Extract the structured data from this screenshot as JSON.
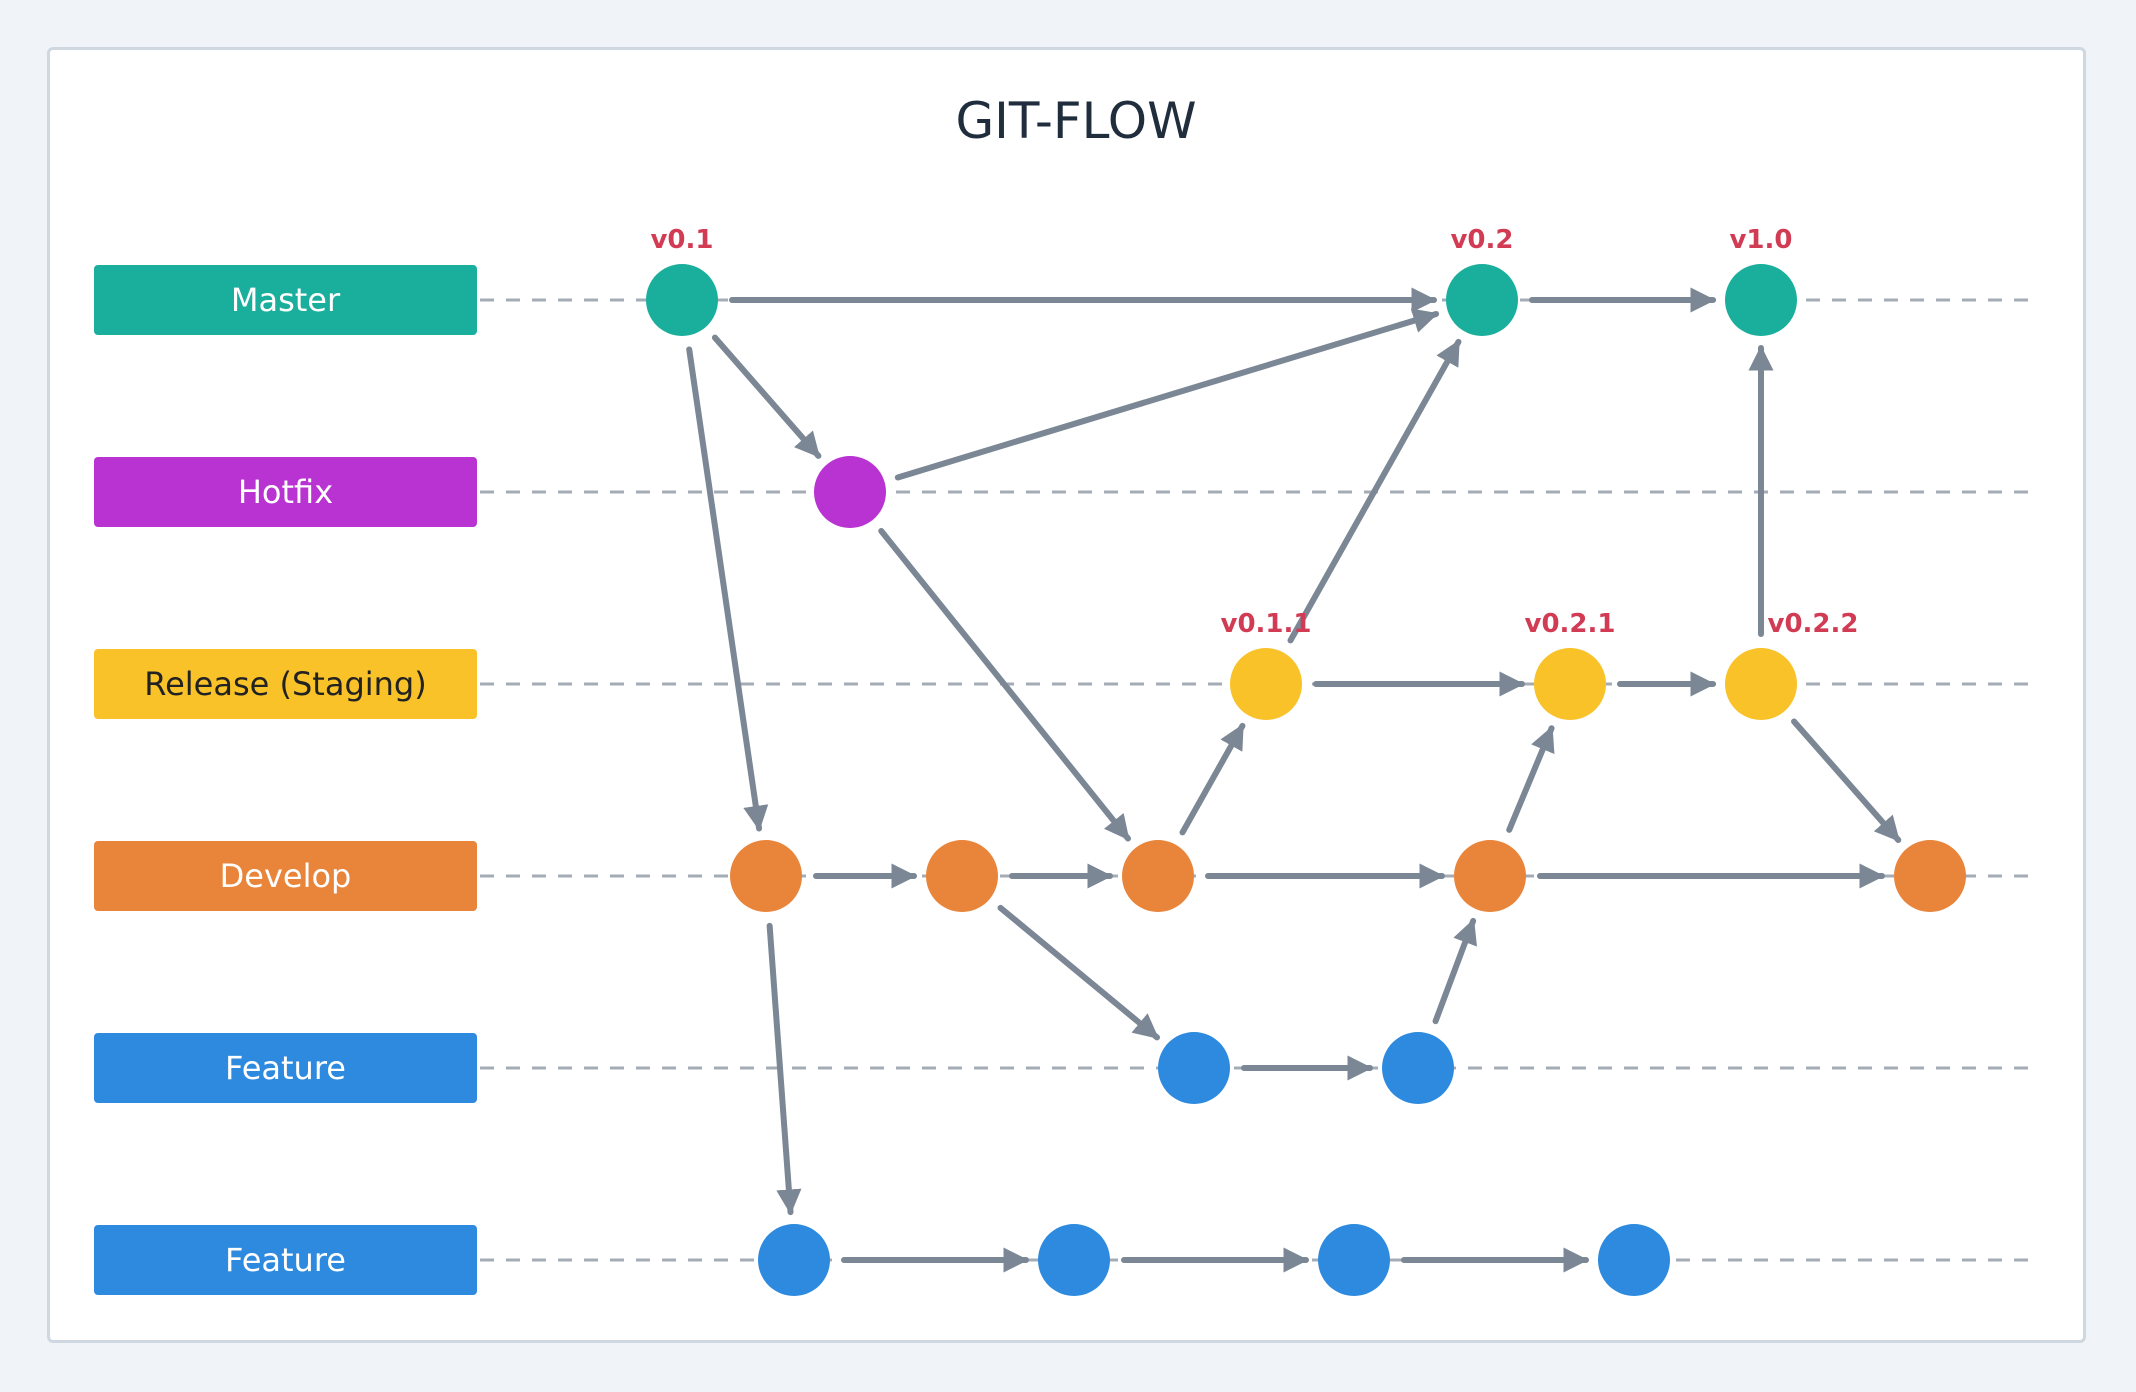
{
  "title": "GIT-FLOW",
  "colors": {
    "master": "#1aaf9d",
    "hotfix": "#b933d3",
    "release": "#f8c228",
    "develop": "#e9853a",
    "feature": "#2e8ade",
    "edge": "#7b8794",
    "lane_line": "#a4adb6",
    "tag": "#d23b54",
    "label_text_light": "#ffffff",
    "label_text_dark": "#222222"
  },
  "lanes": [
    {
      "id": "master",
      "label": "Master",
      "color": "#1aaf9d",
      "text_color": "#ffffff"
    },
    {
      "id": "hotfix",
      "label": "Hotfix",
      "color": "#b933d3",
      "text_color": "#ffffff"
    },
    {
      "id": "release",
      "label": "Release (Staging)",
      "color": "#f8c228",
      "text_color": "#222222"
    },
    {
      "id": "develop",
      "label": "Develop",
      "color": "#e9853a",
      "text_color": "#ffffff"
    },
    {
      "id": "feature1",
      "label": "Feature",
      "color": "#2e8ade",
      "text_color": "#ffffff"
    },
    {
      "id": "feature2",
      "label": "Feature",
      "color": "#2e8ade",
      "text_color": "#ffffff"
    }
  ],
  "nodes": [
    {
      "id": "m1",
      "lane": "master",
      "tag": "v0.1"
    },
    {
      "id": "m2",
      "lane": "master",
      "tag": "v0.2"
    },
    {
      "id": "m3",
      "lane": "master",
      "tag": "v1.0"
    },
    {
      "id": "h1",
      "lane": "hotfix",
      "tag": ""
    },
    {
      "id": "r1",
      "lane": "release",
      "tag": "v0.1.1"
    },
    {
      "id": "r2",
      "lane": "release",
      "tag": "v0.2.1"
    },
    {
      "id": "r3",
      "lane": "release",
      "tag": "v0.2.2"
    },
    {
      "id": "d1",
      "lane": "develop",
      "tag": ""
    },
    {
      "id": "d2",
      "lane": "develop",
      "tag": ""
    },
    {
      "id": "d3",
      "lane": "develop",
      "tag": ""
    },
    {
      "id": "d4",
      "lane": "develop",
      "tag": ""
    },
    {
      "id": "d5",
      "lane": "develop",
      "tag": ""
    },
    {
      "id": "f1a",
      "lane": "feature1",
      "tag": ""
    },
    {
      "id": "f1b",
      "lane": "feature1",
      "tag": ""
    },
    {
      "id": "f2a",
      "lane": "feature2",
      "tag": ""
    },
    {
      "id": "f2b",
      "lane": "feature2",
      "tag": ""
    },
    {
      "id": "f2c",
      "lane": "feature2",
      "tag": ""
    },
    {
      "id": "f2d",
      "lane": "feature2",
      "tag": ""
    }
  ],
  "edges": [
    [
      "m1",
      "m2"
    ],
    [
      "m2",
      "m3"
    ],
    [
      "m1",
      "h1"
    ],
    [
      "m1",
      "d1"
    ],
    [
      "h1",
      "m2"
    ],
    [
      "h1",
      "d3"
    ],
    [
      "r1",
      "m2"
    ],
    [
      "r1",
      "r2"
    ],
    [
      "r2",
      "r3"
    ],
    [
      "r3",
      "m3"
    ],
    [
      "r3",
      "d5"
    ],
    [
      "d1",
      "d2"
    ],
    [
      "d2",
      "d3"
    ],
    [
      "d3",
      "d4"
    ],
    [
      "d4",
      "d5"
    ],
    [
      "d3",
      "r1"
    ],
    [
      "d4",
      "r2"
    ],
    [
      "d2",
      "f1a"
    ],
    [
      "d1",
      "f2a"
    ],
    [
      "f1a",
      "f1b"
    ],
    [
      "f1b",
      "d4"
    ],
    [
      "f2a",
      "f2b"
    ],
    [
      "f2b",
      "f2c"
    ],
    [
      "f2c",
      "f2d"
    ]
  ]
}
